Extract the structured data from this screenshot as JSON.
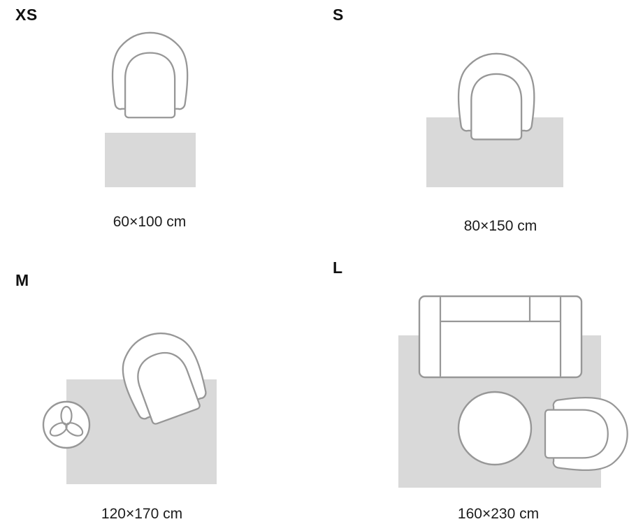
{
  "panels": {
    "xs": {
      "label": "XS",
      "size": "60×100 cm"
    },
    "s": {
      "label": "S",
      "size": "80×150 cm"
    },
    "m": {
      "label": "M",
      "size": "120×170 cm"
    },
    "l": {
      "label": "L",
      "size": "160×230 cm"
    }
  },
  "colors": {
    "rug": "#d9d9d9",
    "furniture_outline": "#979797",
    "furniture_fill": "#ffffff",
    "text": "#111111",
    "background": "#ffffff"
  }
}
